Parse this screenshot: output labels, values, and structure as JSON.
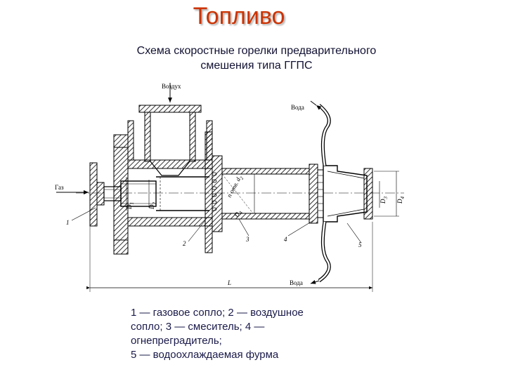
{
  "title": "Топливо",
  "subtitle": [
    "Схема скоростные горелки предварительного",
    "смешения типа ГГПС"
  ],
  "diagram_labels": {
    "air": "Воздух",
    "water_top": "Вода",
    "water_bottom": "Вода",
    "gas": "Газ",
    "n_holes": "n отв. d",
    "n_holes_sub": "2",
    "d1": "D",
    "d1_sub": "1",
    "d2": "D",
    "d2_sub": "2",
    "d3": "D",
    "d3_sub": "3",
    "d4": "D",
    "d4_sub": "4",
    "length": "L",
    "n1": "1",
    "n2": "2",
    "n3": "3",
    "n4": "4",
    "n5": "5"
  },
  "caption": [
    "1 — газовое сопло; 2 — воздушное",
    "сопло; 3 — смеситель; 4 —",
    "огнепреградитель;",
    "5 — водоохлаждаемая фурма"
  ]
}
